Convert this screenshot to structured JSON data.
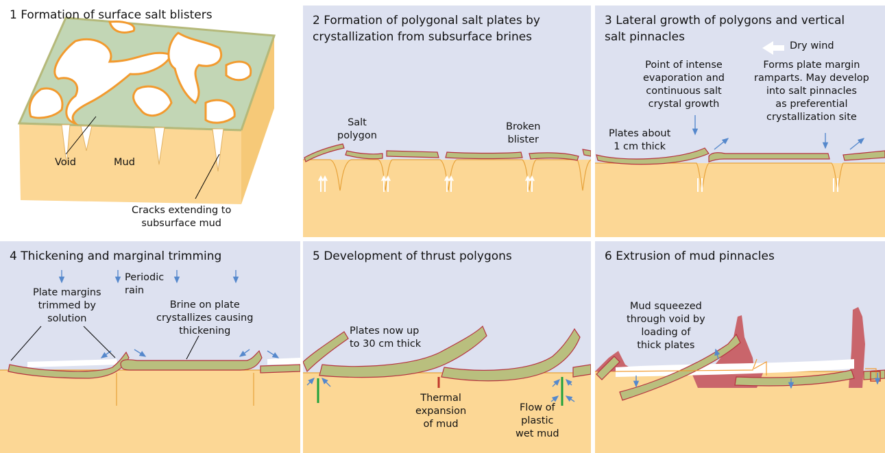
{
  "colors": {
    "sky": "#dde1f0",
    "mud": "#fcd795",
    "mud_line": "#e7a23a",
    "salt_fill": "#b9bf7e",
    "salt_edge": "#b5323f",
    "blister_top": "#c2d6b5",
    "blister_edge": "#f29a2e",
    "arrow": "#5588cc",
    "green_bar": "#1fa13b",
    "red_bar": "#c0392b",
    "mud_pinnacle": "#c9656b"
  },
  "panels": [
    {
      "title": "1 Formation of surface salt blisters",
      "labels": {
        "void": "Void",
        "mud": "Mud",
        "cracks": "Cracks extending to\nsubsurface mud"
      }
    },
    {
      "title": "2 Formation of polygonal salt plates by\ncrystallization from subsurface brines",
      "labels": {
        "salt_polygon": "Salt\npolygon",
        "broken_blister": "Broken\nblister"
      }
    },
    {
      "title": "3 Lateral growth of polygons and vertical\nsalt pinnacles",
      "labels": {
        "dry_wind": "Dry wind",
        "evaporation": "Point of intense\nevaporation and\ncontinuous salt\ncrystal growth",
        "ramparts": "Forms plate margin\nramparts. May develop\ninto salt pinnacles\nas preferential\ncrystallization site",
        "plates": "Plates about\n1 cm thick"
      }
    },
    {
      "title": "4 Thickening and marginal trimming",
      "labels": {
        "periodic_rain": "Periodic\nrain",
        "margins": "Plate margins\ntrimmed by\nsolution",
        "brine": "Brine on plate\ncrystallizes causing\nthickening"
      }
    },
    {
      "title": "5 Development of thrust polygons",
      "labels": {
        "plates": "Plates now up\nto 30 cm thick",
        "thermal": "Thermal\nexpansion\nof mud",
        "flow": "Flow of\nplastic\nwet mud"
      }
    },
    {
      "title": "6 Extrusion of mud pinnacles",
      "labels": {
        "squeezed": "Mud squeezed\nthrough void by\nloading of\nthick plates"
      }
    }
  ]
}
